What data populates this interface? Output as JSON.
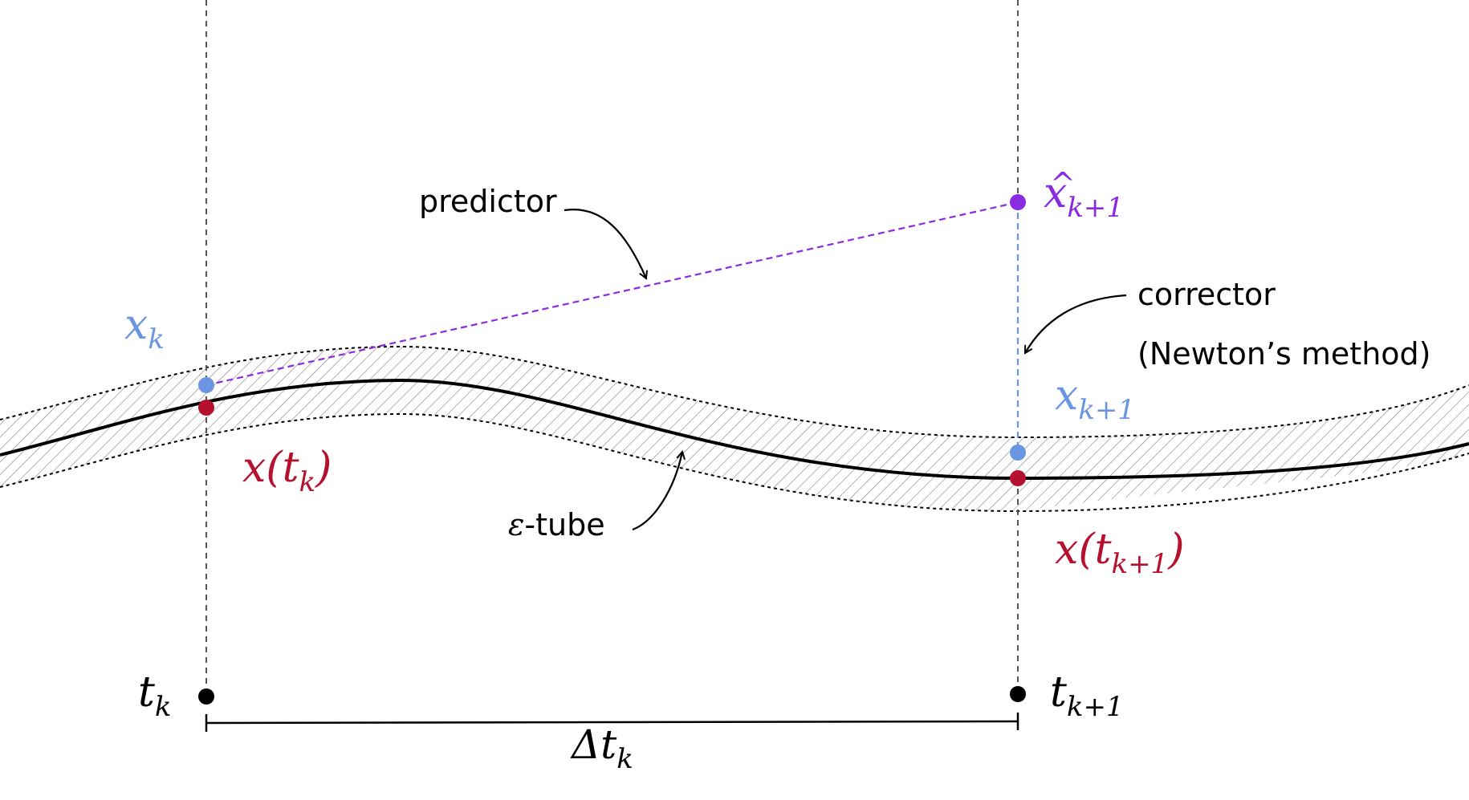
{
  "labels": {
    "predictor": "predictor",
    "corrector_line1": "corrector",
    "corrector_line2": "(Newton’s method)",
    "tube_symbol": "ε",
    "tube_suffix": "-tube",
    "x_k_base": "x",
    "x_k_sub": "k",
    "x_hat_base": "x",
    "x_hat_hat": "^",
    "x_hat_sub": "k+1",
    "x_k1_base": "x",
    "x_k1_sub": "k+1",
    "sol_k_base": "x(t",
    "sol_k_sub": "k",
    "sol_k_close": ")",
    "sol_k1_base": "x(t",
    "sol_k1_sub": "k+1",
    "sol_k1_close": ")",
    "t_k_base": "t",
    "t_k_sub": "k",
    "t_k1_base": "t",
    "t_k1_sub": "k+1",
    "delta_base": "Δt",
    "delta_sub": "k"
  },
  "colors": {
    "iterate": "#6a95e0",
    "solution": "#b5102e",
    "predicted": "#8a2be2",
    "curve": "#000000",
    "guide": "#555555"
  }
}
